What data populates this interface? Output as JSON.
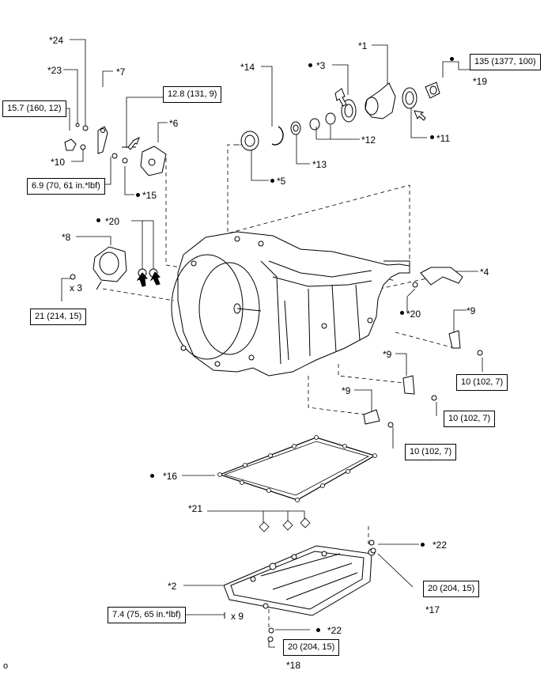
{
  "parts": {
    "p1": "*1",
    "p2": "*2",
    "p3": "*3",
    "p4": "*4",
    "p5": "*5",
    "p6": "*6",
    "p7": "*7",
    "p8": "*8",
    "p9a": "*9",
    "p9b": "*9",
    "p9c": "*9",
    "p10": "*10",
    "p11": "*11",
    "p12": "*12",
    "p13": "*13",
    "p14": "*14",
    "p15": "*15",
    "p16": "*16",
    "p17": "*17",
    "p18": "*18",
    "p19": "*19",
    "p20a": "*20",
    "p20b": "*20",
    "p21": "*21",
    "p22a": "*22",
    "p22b": "*22",
    "p23": "*23",
    "p24": "*24"
  },
  "torques": {
    "t135": "135 (1377, 100)",
    "t128": "12.8 (131, 9)",
    "t157": "15.7 (160, 12)",
    "t69": "6.9 (70, 61 in.*lbf)",
    "t21": "21 (214, 15)",
    "t10a": "10 (102, 7)",
    "t10b": "10 (102, 7)",
    "t10c": "10 (102, 7)",
    "t74": "7.4 (75, 65 in.*lbf)",
    "t20a": "20 (204, 15)",
    "t20b": "20 (204, 15)"
  },
  "quantities": {
    "x3": "x 3",
    "x9": "x 9"
  },
  "figure_id": "o",
  "colors": {
    "line": "#000000",
    "background": "#ffffff"
  }
}
